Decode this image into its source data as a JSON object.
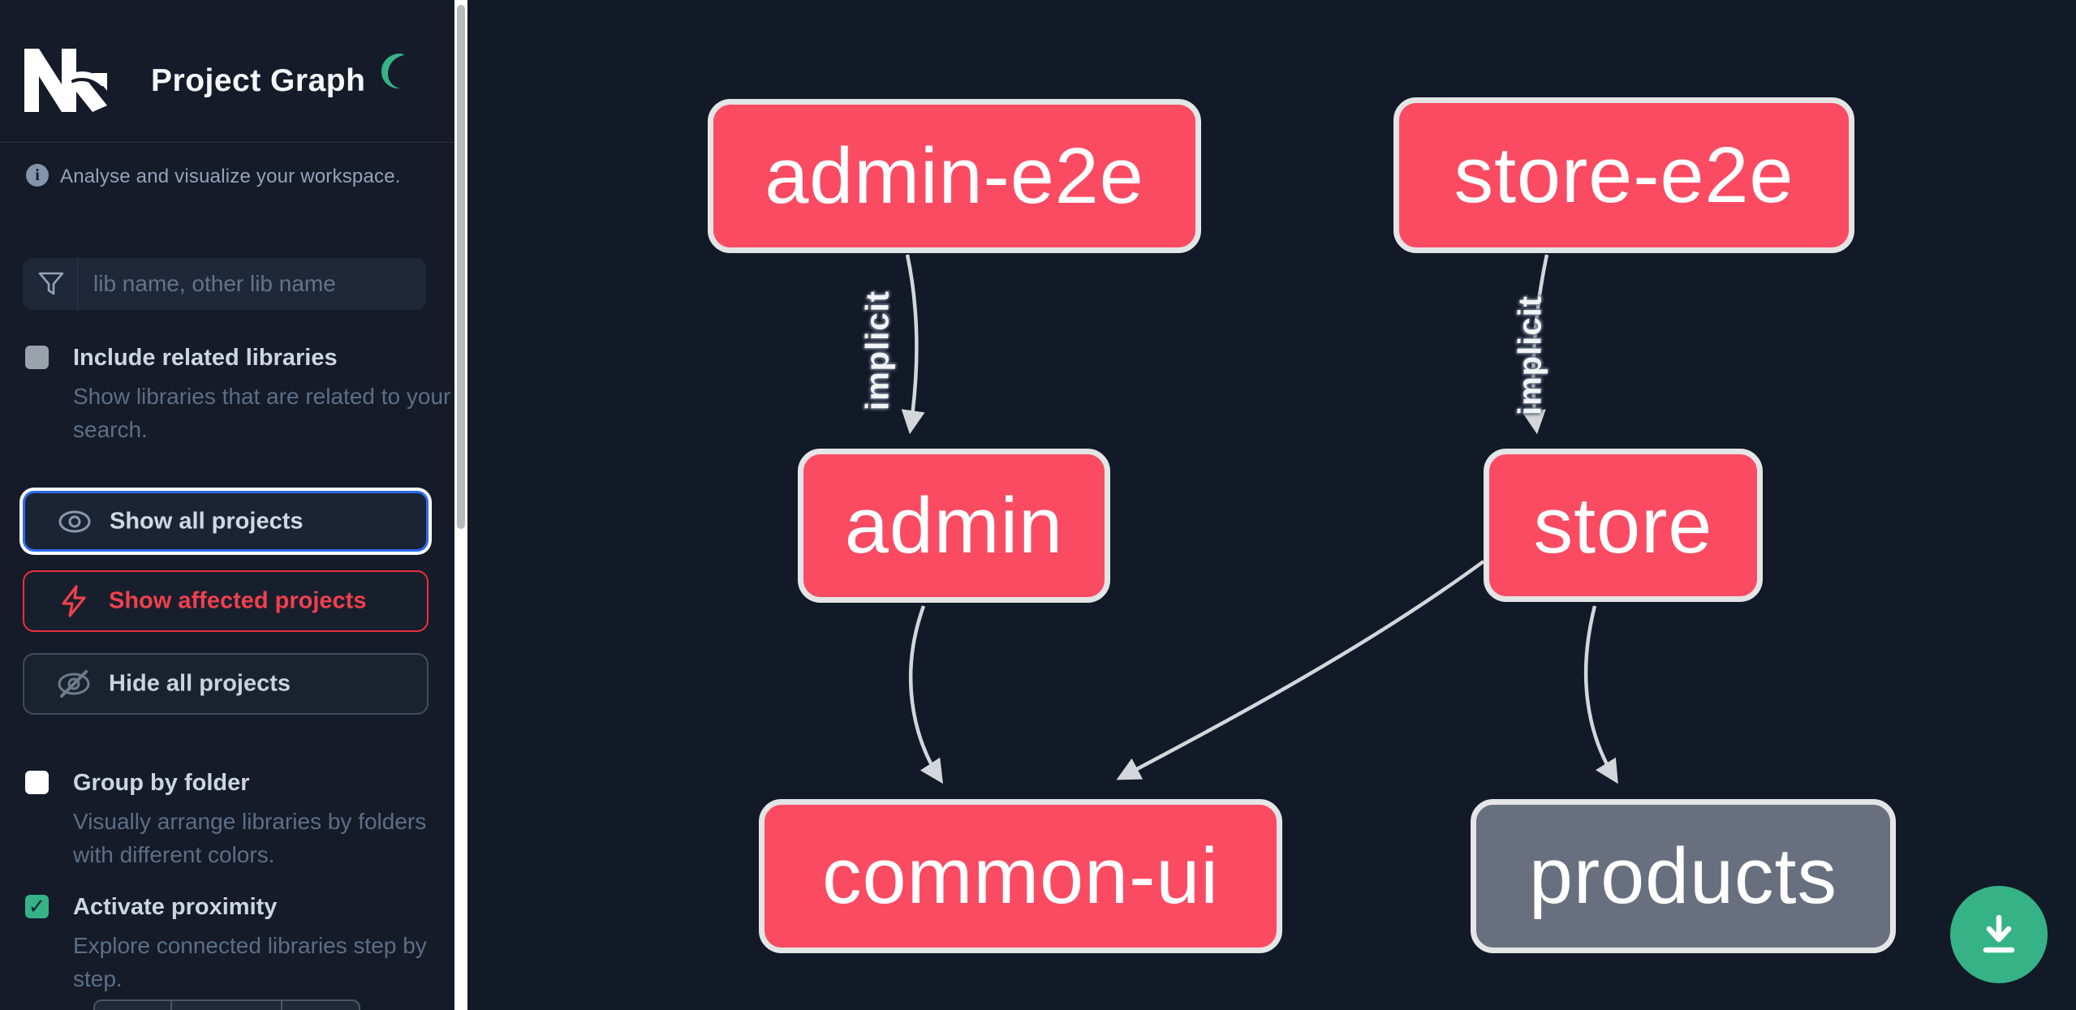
{
  "app": {
    "title": "Project Graph"
  },
  "sidebar": {
    "info_text": "Analyse and visualize your workspace.",
    "search": {
      "placeholder": "lib name, other lib name"
    },
    "include_related": {
      "label": "Include related libraries",
      "description": "Show libraries that are related to your search.",
      "checked": false
    },
    "buttons": {
      "show_all": "Show all projects",
      "show_affected": "Show affected projects",
      "hide_all": "Hide all projects"
    },
    "group_by_folder": {
      "label": "Group by folder",
      "description": "Visually arrange libraries by folders with different colors.",
      "checked": false
    },
    "activate_proximity": {
      "label": "Activate proximity",
      "description": "Explore connected libraries step by step.",
      "checked": true,
      "checkmark": "✓"
    }
  },
  "graph": {
    "nodes": [
      {
        "id": "admin-e2e",
        "label": "admin-e2e",
        "color": "#fb4b63"
      },
      {
        "id": "store-e2e",
        "label": "store-e2e",
        "color": "#fb4b63"
      },
      {
        "id": "admin",
        "label": "admin",
        "color": "#fb4b63"
      },
      {
        "id": "store",
        "label": "store",
        "color": "#fb4b63"
      },
      {
        "id": "common-ui",
        "label": "common-ui",
        "color": "#fb4b63"
      },
      {
        "id": "products",
        "label": "products",
        "color": "#687080"
      }
    ],
    "edges": [
      {
        "from": "admin-e2e",
        "to": "admin",
        "label": "implicit"
      },
      {
        "from": "store-e2e",
        "to": "store",
        "label": "implicit"
      },
      {
        "from": "admin",
        "to": "common-ui",
        "label": ""
      },
      {
        "from": "store",
        "to": "common-ui",
        "label": ""
      },
      {
        "from": "store",
        "to": "products",
        "label": ""
      }
    ]
  },
  "colors": {
    "accent_green": "#35b387",
    "node_pink": "#fb4b63",
    "node_gray": "#687080",
    "edge_gray": "#d3d6da",
    "focus_blue": "#2b6cf0",
    "affected_red": "#ef2d3f",
    "background": "#121927"
  }
}
